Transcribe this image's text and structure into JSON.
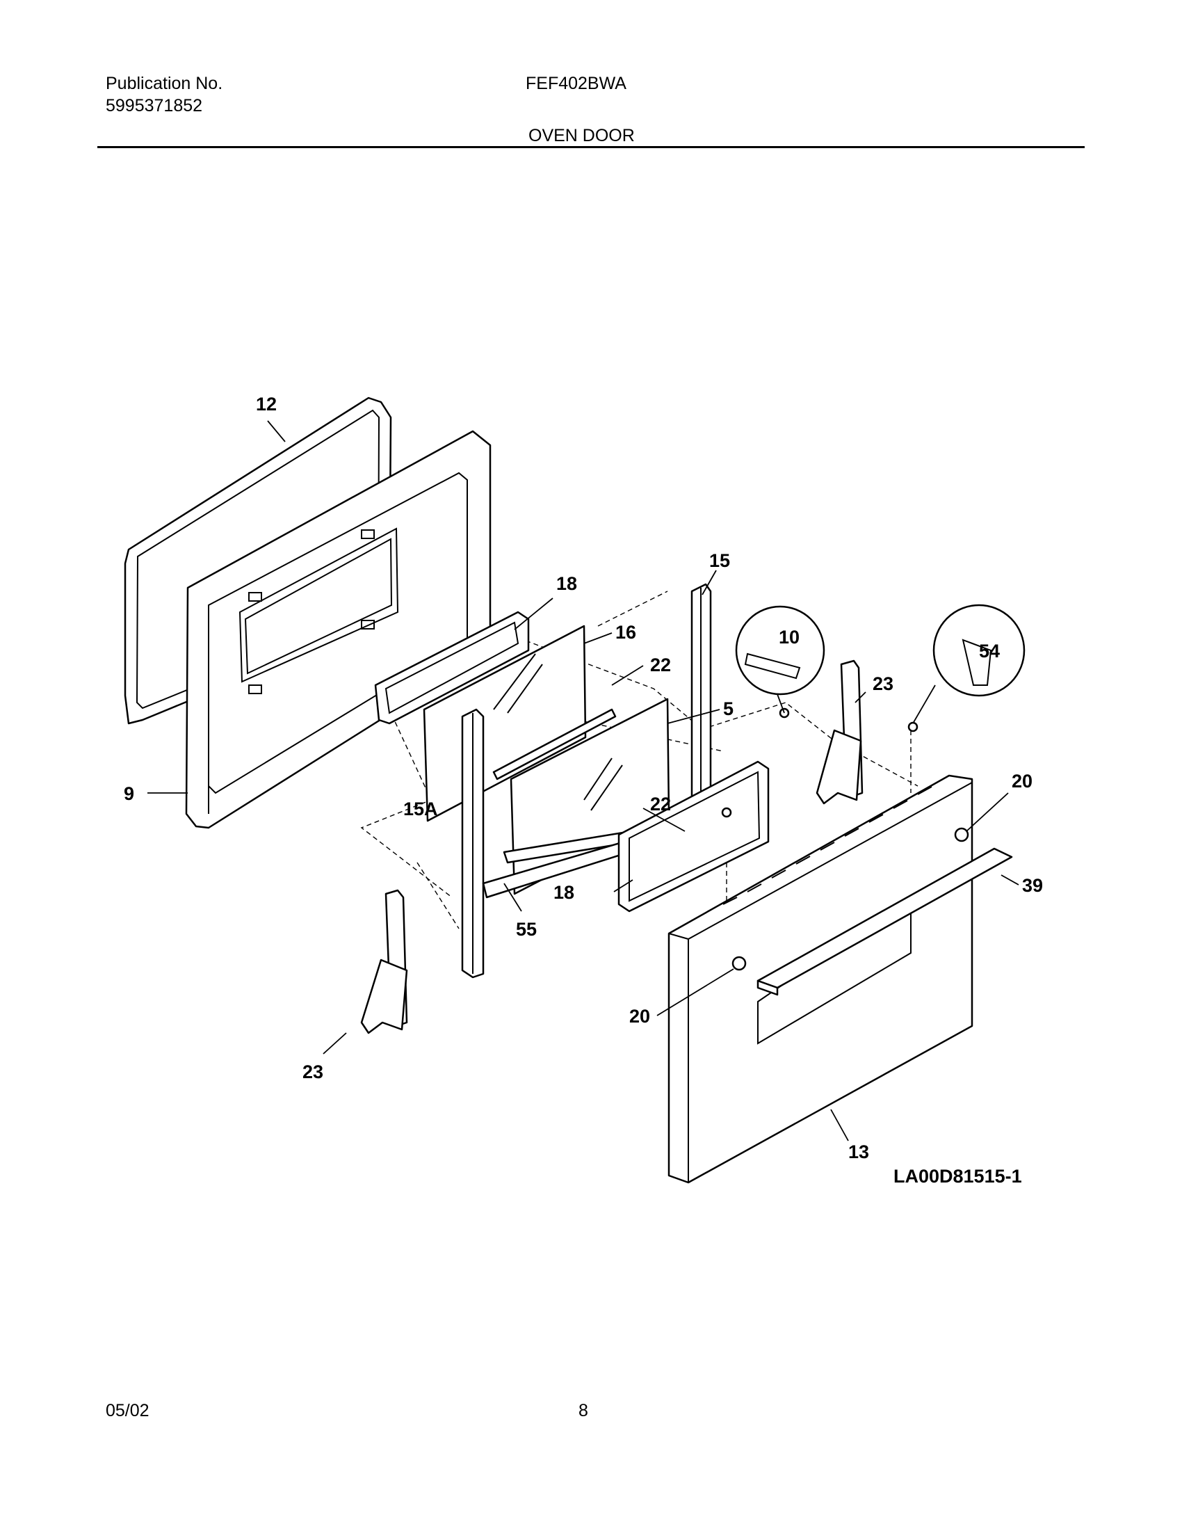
{
  "header": {
    "publication_label": "Publication No.",
    "publication_number": "5995371852",
    "model": "FEF402BWA",
    "section_title": "OVEN DOOR"
  },
  "diagram": {
    "drawing_id": "LA00D81515-1",
    "callouts": [
      "12",
      "9",
      "18",
      "16",
      "22",
      "15",
      "5",
      "15A",
      "22",
      "18",
      "55",
      "10",
      "54",
      "23",
      "20",
      "39",
      "20",
      "13",
      "23"
    ]
  },
  "footer": {
    "date": "05/02",
    "page": "8"
  }
}
